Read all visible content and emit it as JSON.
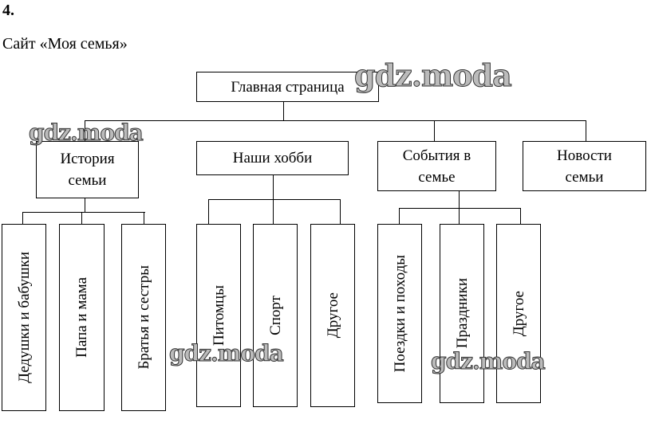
{
  "task_number": "4.",
  "title": "Сайт «Моя семья»",
  "root": "Главная страница",
  "sections": [
    {
      "label": "История семьи",
      "children": [
        "Дедушки и бабушки",
        "Папа и мама",
        "Братья и сестры"
      ]
    },
    {
      "label": "Наши хобби",
      "children": [
        "Питомцы",
        "Спорт",
        "Другое"
      ]
    },
    {
      "label": "События в семье",
      "children": [
        "Поездки и походы",
        "Праздники",
        "Другое"
      ]
    },
    {
      "label": "Новости семьи",
      "children": []
    }
  ],
  "watermarks": [
    "gdz.moda",
    "gdz.moda",
    "gdz.moda",
    "gdz.moda"
  ]
}
